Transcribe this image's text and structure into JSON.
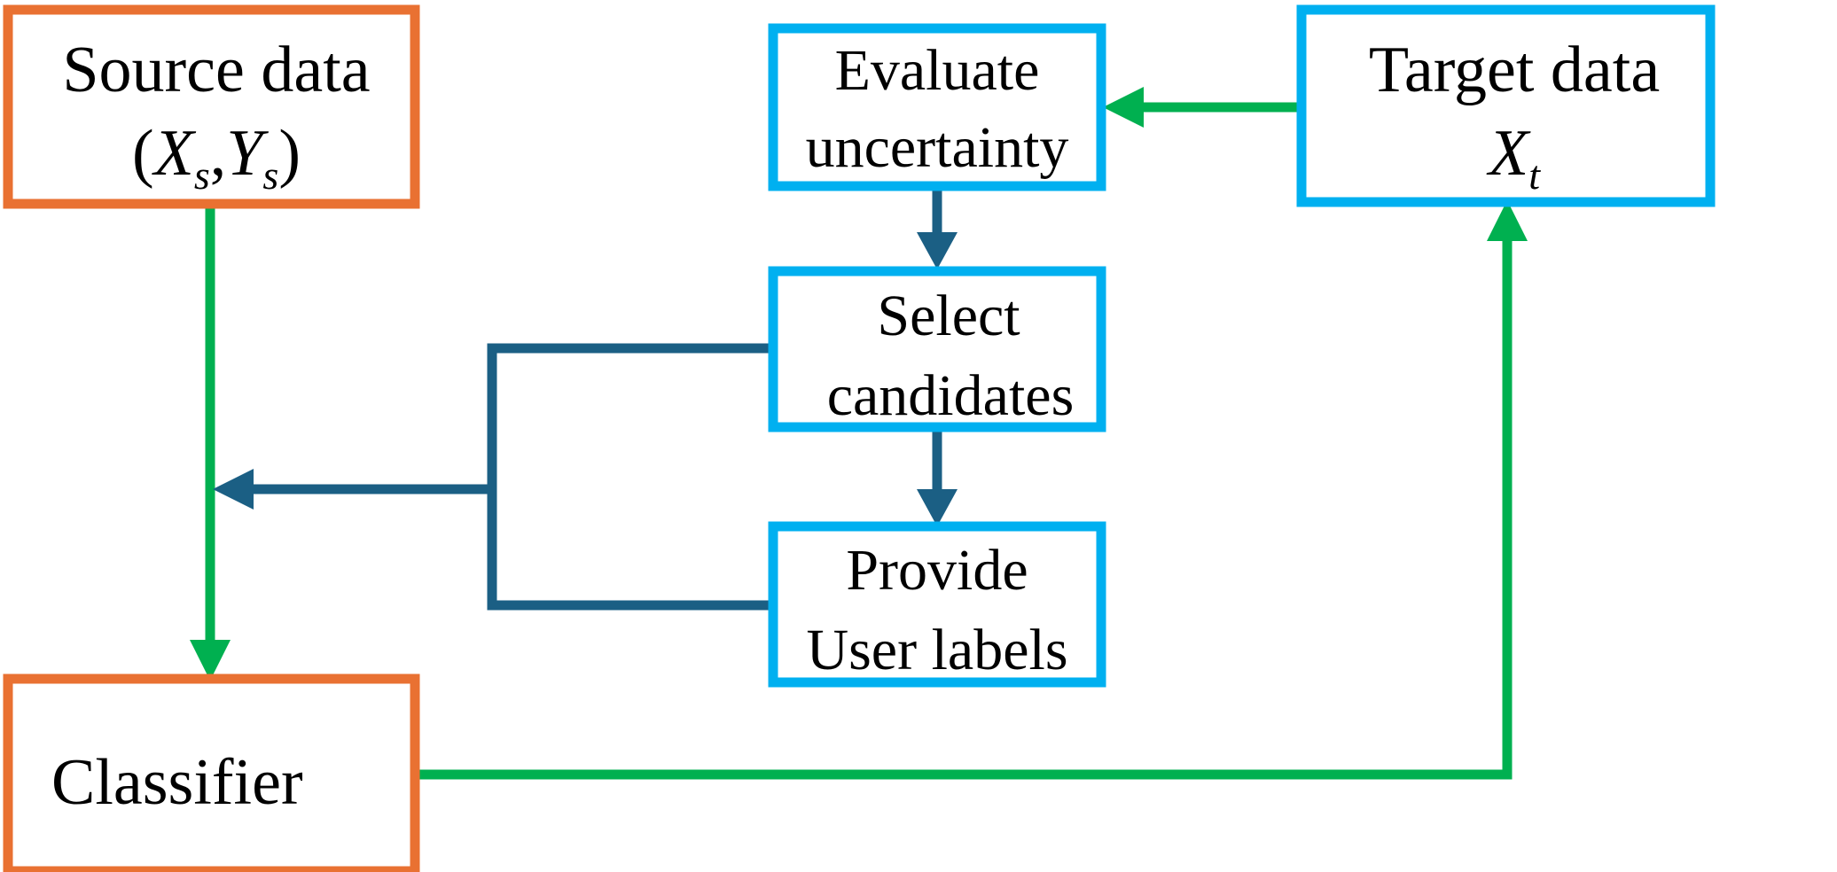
{
  "colors": {
    "source_border": "#E97132",
    "target_border": "#00B0F0",
    "green_arrow": "#00B050",
    "blue_arrow": "#1B5F84",
    "text": "#000000",
    "background": "#FFFFFF"
  },
  "nodes": {
    "source_data": {
      "line1": "Source data",
      "open_paren": "(",
      "x_var": "X",
      "x_sub": "s",
      "comma": ",",
      "y_var": "Y",
      "y_sub": "s",
      "close_paren": ")"
    },
    "classifier": {
      "label": "Classifier"
    },
    "evaluate_uncertainty": {
      "line1": "Evaluate",
      "line2": "uncertainty"
    },
    "select_candidates": {
      "line1": "Select",
      "line2": "candidates"
    },
    "provide_user_labels": {
      "line1": "Provide",
      "line2": "User labels"
    },
    "target_data": {
      "line1": "Target data",
      "x_var": "X",
      "x_sub": "t"
    }
  }
}
